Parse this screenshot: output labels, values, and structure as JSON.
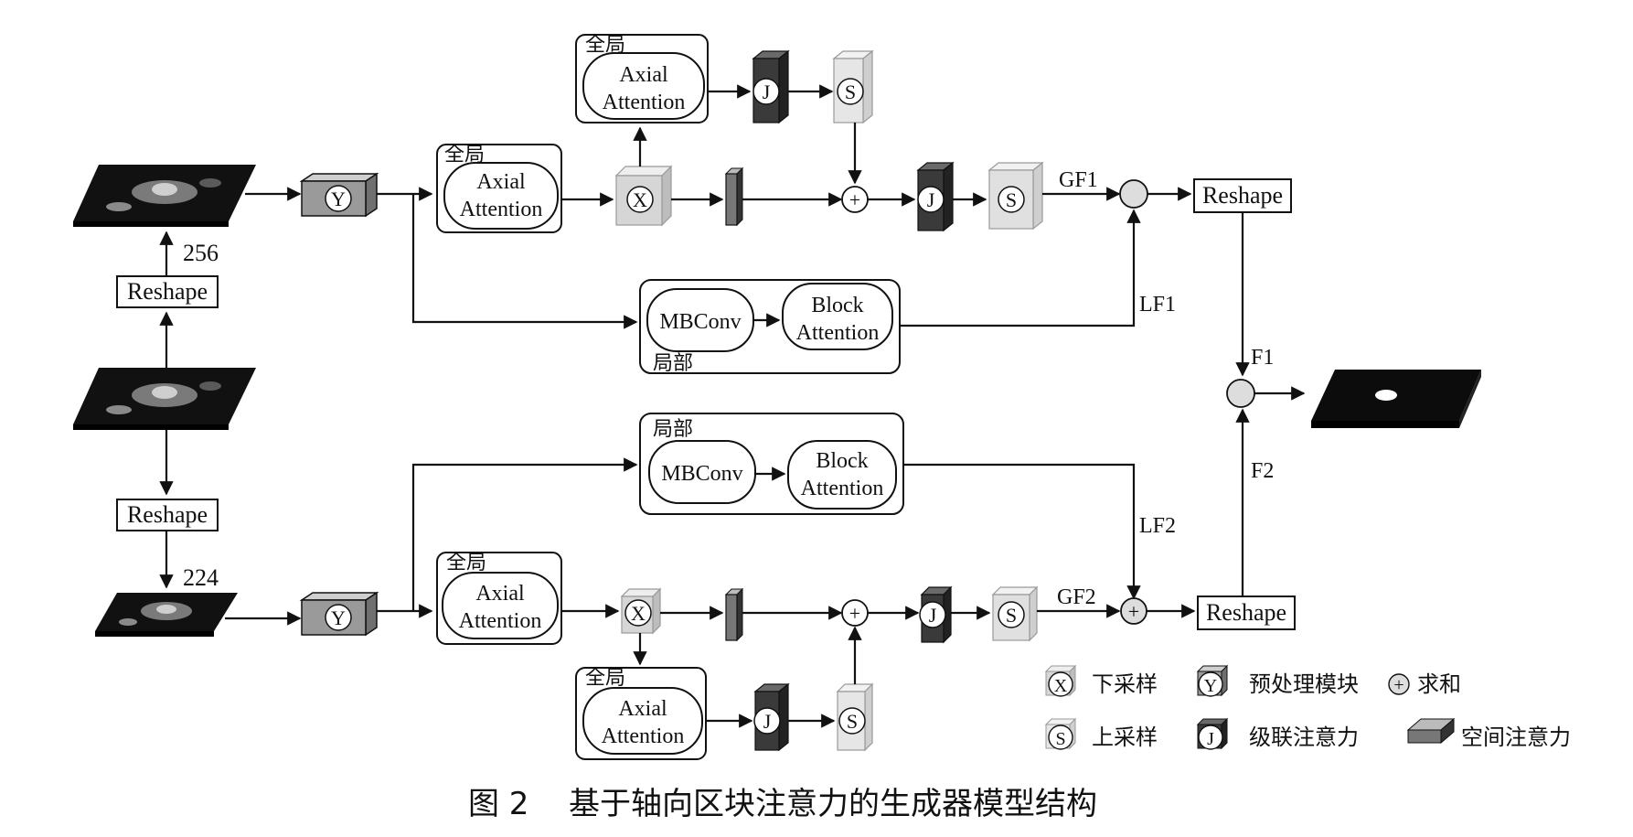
{
  "labels": {
    "size_256": "256",
    "size_224": "224",
    "reshape": "Reshape",
    "global": "全局",
    "local": "局部",
    "axial": "Axial",
    "attention": "Attention",
    "mbconv": "MBConv",
    "block": "Block",
    "gf1": "GF1",
    "gf2": "GF2",
    "lf1": "LF1",
    "lf2": "LF2",
    "f1": "F1",
    "f2": "F2",
    "op_x": "X",
    "op_y": "Y",
    "op_j": "J",
    "op_s": "S",
    "plus": "+"
  },
  "legend": {
    "downsample": "下采样",
    "preprocess": "预处理模块",
    "sum": "求和",
    "upsample": "上采样",
    "cascade_attention": "级联注意力",
    "spatial_attention": "空间注意力"
  },
  "caption": {
    "figure_no": "图 2",
    "title": "基于轴向区块注意力的生成器模型结构"
  },
  "colors": {
    "line": "#111111",
    "cube_light": "#dcdcdc",
    "cube_mid": "#9a9a9a",
    "cube_dark": "#3a3a3a",
    "image_dark": "#0c0c0c"
  }
}
